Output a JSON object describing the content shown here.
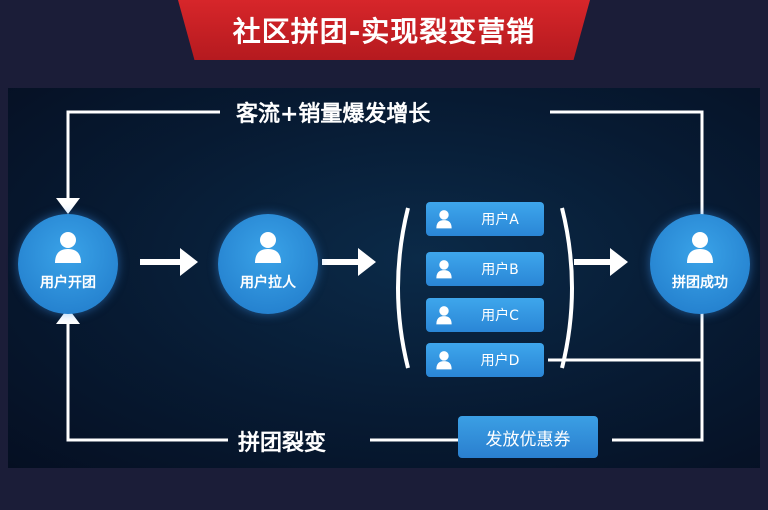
{
  "title": "社区拼团-实现裂变营销",
  "top_text": "客流+销量爆发增长",
  "bottom_text": "拼团裂变",
  "nodes": {
    "open_group": "用户开团",
    "invite": "用户拉人",
    "success": "拼团成功"
  },
  "users": [
    "用户A",
    "用户B",
    "用户C",
    "用户D"
  ],
  "coupon": "发放优惠券",
  "colors": {
    "banner": "#d7262a",
    "panel": "#071a32",
    "node": "#2a86d6",
    "line": "#ffffff"
  },
  "icons": [
    "person-icon",
    "arrow-right-icon",
    "arrow-down-icon",
    "arrow-up-icon",
    "bracket-icon"
  ]
}
